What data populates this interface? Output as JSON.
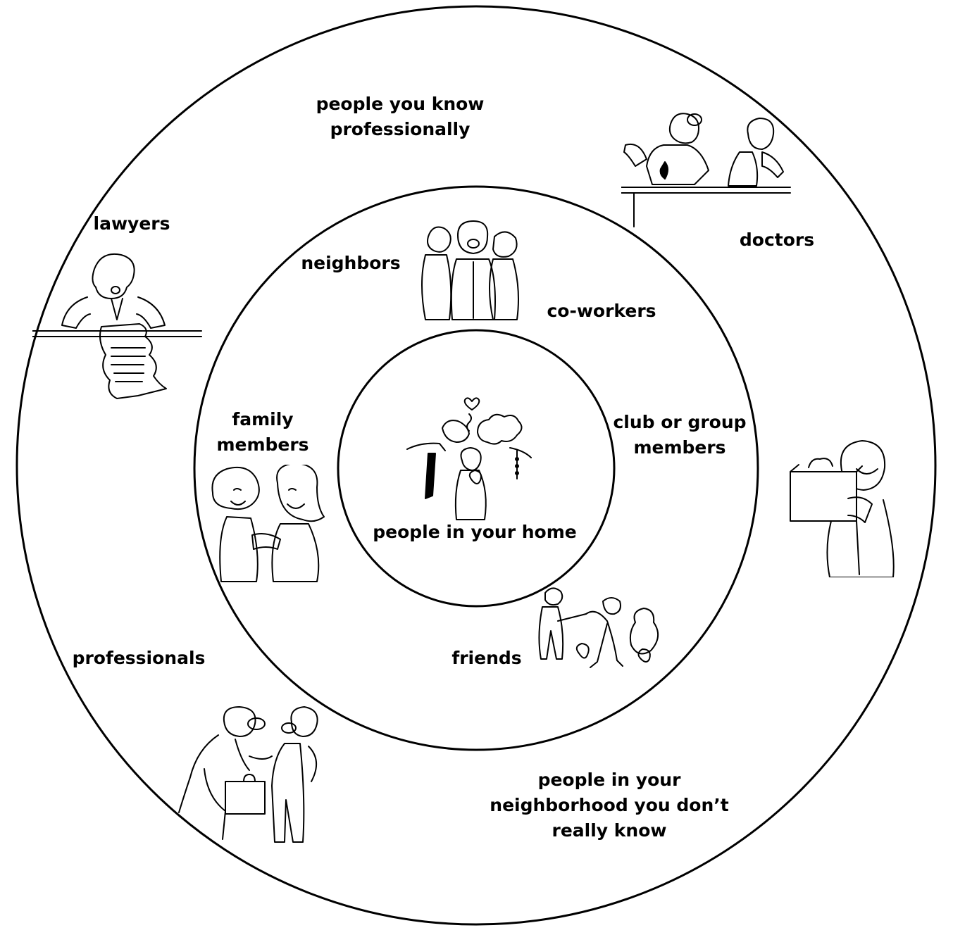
{
  "diagram": {
    "rings": {
      "outer": {
        "title": [
          "people you know",
          "professionally"
        ],
        "labels": {
          "lawyers": "lawyers",
          "doctors": "doctors",
          "professionals": "professionals",
          "neighborhood": [
            "people in your",
            "neighborhood you don’t",
            "really know"
          ]
        }
      },
      "middle": {
        "labels": {
          "neighbors": "neighbors",
          "coworkers": "co-workers",
          "family": [
            "family",
            "members"
          ],
          "club": [
            "club or group",
            "members"
          ],
          "friends": "friends"
        }
      },
      "inner": {
        "label": "people in your home"
      }
    },
    "illustrations": [
      "lawyer-icon",
      "doctor-patient-icon",
      "neighbors-group-icon",
      "family-members-icon",
      "couple-with-child-icon",
      "club-member-with-box-icon",
      "friends-walking-dog-icon",
      "professionals-handshake-icon"
    ],
    "colors": {
      "line": "#000000",
      "background": "#ffffff"
    }
  }
}
